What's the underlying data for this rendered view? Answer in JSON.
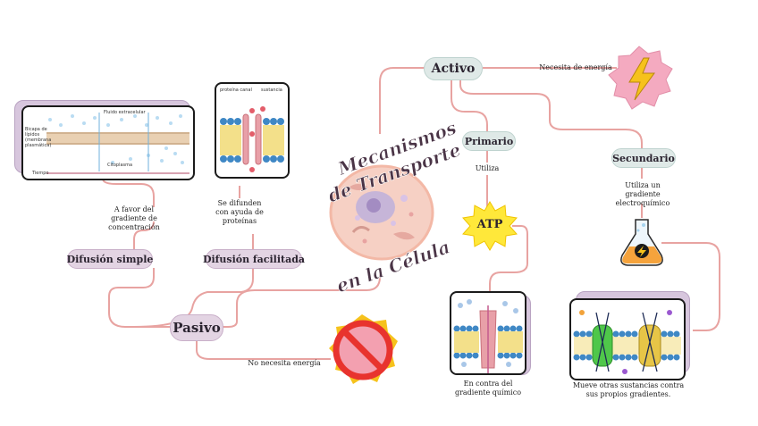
{
  "title": {
    "line1": "Mecanismos",
    "line2": "de Transporte",
    "line3": "en la Célula"
  },
  "nodes": {
    "activo": "Activo",
    "pasivo": "Pasivo",
    "primario": "Primario",
    "secundario": "Secundario",
    "difusion_simple": "Difusión simple",
    "difusion_facilitada": "Difusión facilitada",
    "atp": "ATP"
  },
  "notes": {
    "necesita_energia": "Necesita de energía",
    "no_necesita_energia": "No necesita energía",
    "utiliza": "Utiliza",
    "utiliza_gradiente": [
      "Utiliza un gradiente",
      "electroquímico"
    ],
    "a_favor": [
      "A favor del",
      "gradiente de",
      "concentración"
    ],
    "se_difunden": [
      "Se difunden",
      "con ayuda de",
      "proteínas"
    ],
    "en_contra": [
      "En contra del",
      "gradiente químico"
    ],
    "mueve_otras": [
      "Mueve otras sustancias contra",
      "sus propios gradientes."
    ]
  },
  "panel_labels": {
    "fluido": "Fluido extracelular",
    "bicapa": [
      "Bicapa de",
      "lípidos",
      "(membrana",
      "plasmática)"
    ],
    "citoplasma": "Citoplasma",
    "tiempo": "Tiempo",
    "proteina_canal": "proteína canal",
    "sustancia": "sustancia"
  },
  "colors": {
    "connector": "#e8a3a1",
    "pill_purple": "#e3d4e3",
    "pill_teal": "#dfe9e7",
    "title": "#4a3446",
    "energy_star": "#f4aac0",
    "bolt": "#f6c21c",
    "ban": "#e8332e"
  }
}
